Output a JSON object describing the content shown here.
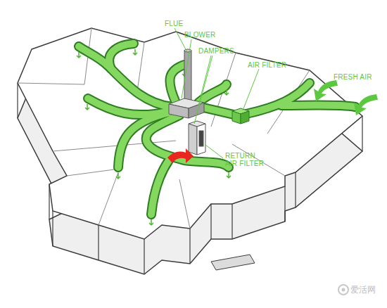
{
  "diagram": {
    "labels": [
      "FLUE",
      "BLOWER",
      "DAMPERS",
      "AIR FILTER",
      "FRESH AIR",
      "RETURN AIR FILTER",
      "爱活网"
    ]
  }
}
